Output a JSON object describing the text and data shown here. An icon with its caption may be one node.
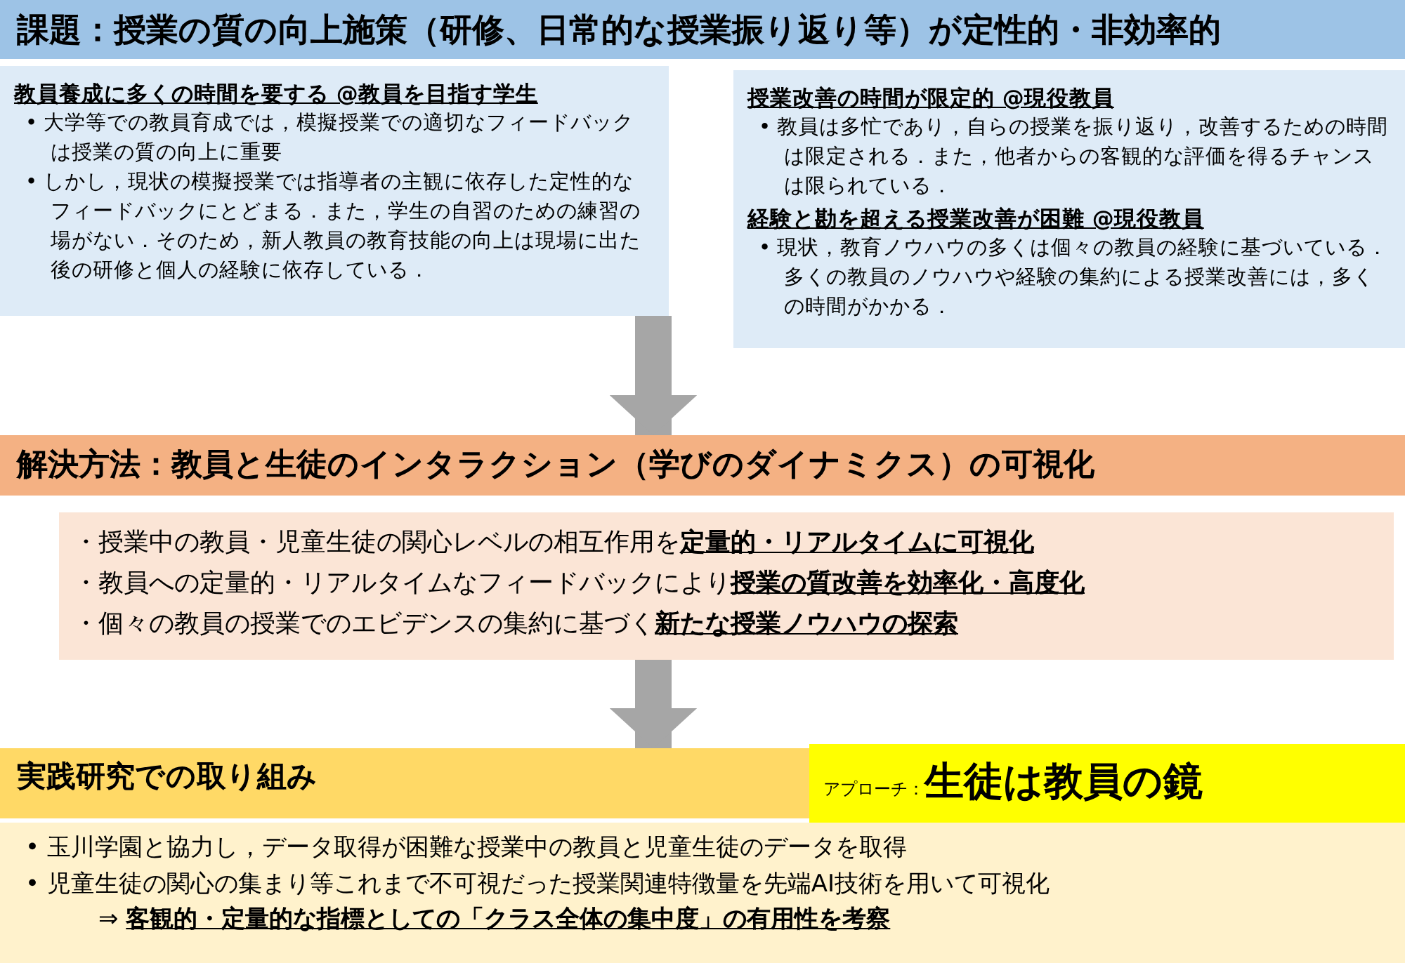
{
  "diagram": {
    "nodes": [
      {
        "text": [
          "課題：授業の質の向上施策（研修、日常的な授業振り返り等）が定性的・非効率的"
        ]
      },
      {
        "text": [
          "教員養成に多くの時間を要する @教員を目指す学生",
          "• 大学等での教員育成では，模擬授業での適切なフィードバックは授業の質の向上に重要",
          "• しかし，現状の模擬授業では指導者の主観に依存した定性的なフィードバックにとどまる．また，学生の自習のための練習の場がない．そのため，新人教員の教育技能の向上は現場に出た後の研修と個人の経験に依存している．"
        ]
      },
      {
        "text": [
          "授業改善の時間が限定的 @現役教員",
          "• 教員は多忙であり，自らの授業を振り返り，改善するための時間は限定される．また，他者からの客観的な評価を得るチャンスは限られている．",
          "経験と勘を超える授業改善が困難 @現役教員",
          "• 現状，教育ノウハウの多くは個々の教員の経験に基づいている．多くの教員のノウハウや経験の集約による授業改善には，多くの時間がかかる．"
        ]
      },
      {
        "text": [
          "解決方法：教員と生徒のインタラクション（学びのダイナミクス）の可視化"
        ]
      },
      {
        "text": [
          "・授業中の教員・児童生徒の関心レベルの相互作用を**定量的・リアルタイムに可視化**",
          "・教員への定量的・リアルタイムなフィードバックにより**授業の質改善を効率化・高度化**",
          "・個々の教員の授業でのエビデンスの集約に基づく**新たな授業ノウハウの探索**"
        ]
      },
      {
        "text": [
          "実践研究での取り組み"
        ]
      },
      {
        "text": [
          "アプローチ：",
          "生徒は教員の鏡"
        ]
      },
      {
        "text": [
          "• 玉川学園と協力し，データ取得が困難な授業中の教員と児童生徒のデータを取得",
          "• 児童生徒の関心の集まり等これまで不可視だった授業関連特徴量を先端AI技術を用いて可視化",
          "⇒ **客観的・定量的な指標としての「クラス全体の集中度」の有用性を考察**"
        ]
      }
    ],
    "edges": [
      {
        "from": 1,
        "to": 3,
        "arrow": "to"
      },
      {
        "from": 4,
        "to": 5,
        "arrow": "to"
      }
    ]
  }
}
